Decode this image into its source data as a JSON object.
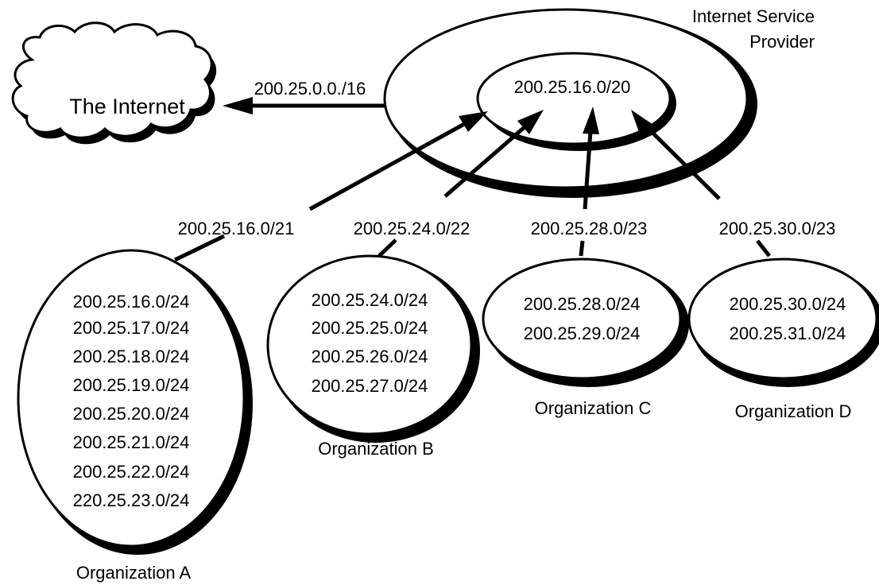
{
  "isp": {
    "label_line1": "Internet Service",
    "label_line2": "Provider",
    "inner_prefix": "200.25.16.0/20"
  },
  "internet": {
    "label": "The Internet",
    "route_label": "200.25.0.0./16"
  },
  "organizations": [
    {
      "name": "Organization A",
      "allocation": "200.25.16.0/21",
      "networks": [
        "200.25.16.0/24",
        "200.25.17.0/24",
        "200.25.18.0/24",
        "200.25.19.0/24",
        "200.25.20.0/24",
        "200.25.21.0/24",
        "200.25.22.0/24",
        "220.25.23.0/24"
      ]
    },
    {
      "name": "Organization B",
      "allocation": "200.25.24.0/22",
      "networks": [
        "200.25.24.0/24",
        "200.25.25.0/24",
        "200.25.26.0/24",
        "200.25.27.0/24"
      ]
    },
    {
      "name": "Organization C",
      "allocation": "200.25.28.0/23",
      "networks": [
        "200.25.28.0/24",
        "200.25.29.0/24"
      ]
    },
    {
      "name": "Organization D",
      "allocation": "200.25.30.0/23",
      "networks": [
        "200.25.30.0/24",
        "200.25.31.0/24"
      ]
    }
  ]
}
